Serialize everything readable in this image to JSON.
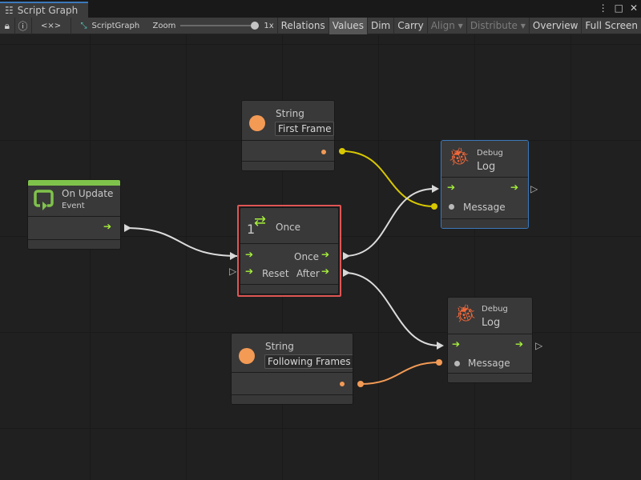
{
  "window": {
    "tab_title": "Script Graph",
    "icon": "hierarchy-icon"
  },
  "toolbar": {
    "graph_name": "ScriptGraph",
    "zoom_label": "Zoom",
    "zoom_value": "1x",
    "zoom_level": 1.0,
    "buttons": {
      "relations": "Relations",
      "values": "Values",
      "dim": "Dim",
      "carry": "Carry",
      "align": "Align",
      "distribute": "Distribute",
      "overview": "Overview",
      "full_screen": "Full Screen"
    },
    "code_label": "<×>"
  },
  "nodes": {
    "on_update": {
      "title": "On Update",
      "subtitle": "Event",
      "accent": "#7fc24b"
    },
    "string1": {
      "title": "String",
      "value": "First Frame"
    },
    "once": {
      "title": "Once",
      "count": "1",
      "out_once": "Once",
      "in_reset": "Reset",
      "out_after": "After",
      "border": "#e05555"
    },
    "debug1": {
      "category": "Debug",
      "title": "Log",
      "input": "Message",
      "border": "#3a79bb"
    },
    "debug2": {
      "category": "Debug",
      "title": "Log",
      "input": "Message"
    },
    "string2": {
      "title": "String",
      "value": "Following Frames"
    }
  },
  "colors": {
    "flow": "#a6f03a",
    "string_port": "#f39a55",
    "yellow_edge": "#d8c800",
    "bug": "#f2683a"
  }
}
